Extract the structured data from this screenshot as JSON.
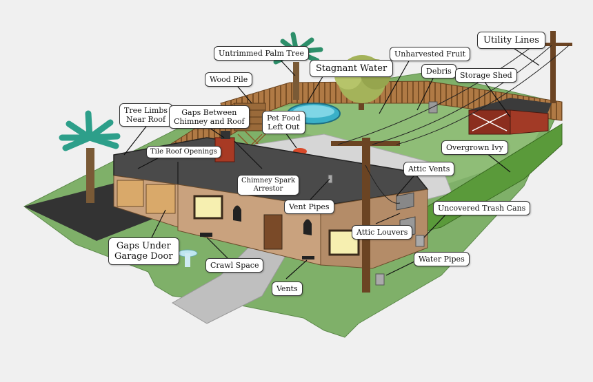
{
  "labels": {
    "untrimmed_palm_tree": "Untrimmed Palm Tree",
    "stagnant_water": "Stagnant Water",
    "unharvested_fruit": "Unharvested  Fruit",
    "utility_lines": "Utility Lines",
    "wood_pile": "Wood Pile",
    "debris": "Debris",
    "storage_shed": "Storage Shed",
    "tree_limbs_near_roof": [
      "Tree Limbs",
      "Near Roof"
    ],
    "gaps_chimney_roof": [
      "Gaps Between",
      "Chimney and Roof"
    ],
    "pet_food_left_out": [
      "Pet Food",
      "Left Out"
    ],
    "tile_roof_openings": "Tile Roof Openings",
    "overgrown_ivy": "Overgrown Ivy",
    "attic_vents": "Attic Vents",
    "chimney_spark_arrestor": [
      "Chimney Spark",
      "Arrestor"
    ],
    "vent_pipes": "Vent Pipes",
    "uncovered_trash_cans": "Uncovered Trash Cans",
    "attic_louvers": "Attic Louvers",
    "gaps_under_garage_door": [
      "Gaps Under",
      "Garage Door"
    ],
    "water_pipes": "Water Pipes",
    "crawl_space": "Crawl Space",
    "vents": "Vents"
  },
  "colors": {
    "lawn": "#7fb069",
    "roof": "#4a4a4a",
    "wall": "#c9a27e",
    "fence": "#a0703f",
    "shed": "#8b2e1e",
    "chimney": "#a83a24",
    "water": "#3ab0c8",
    "background": "#f0f0f0"
  }
}
